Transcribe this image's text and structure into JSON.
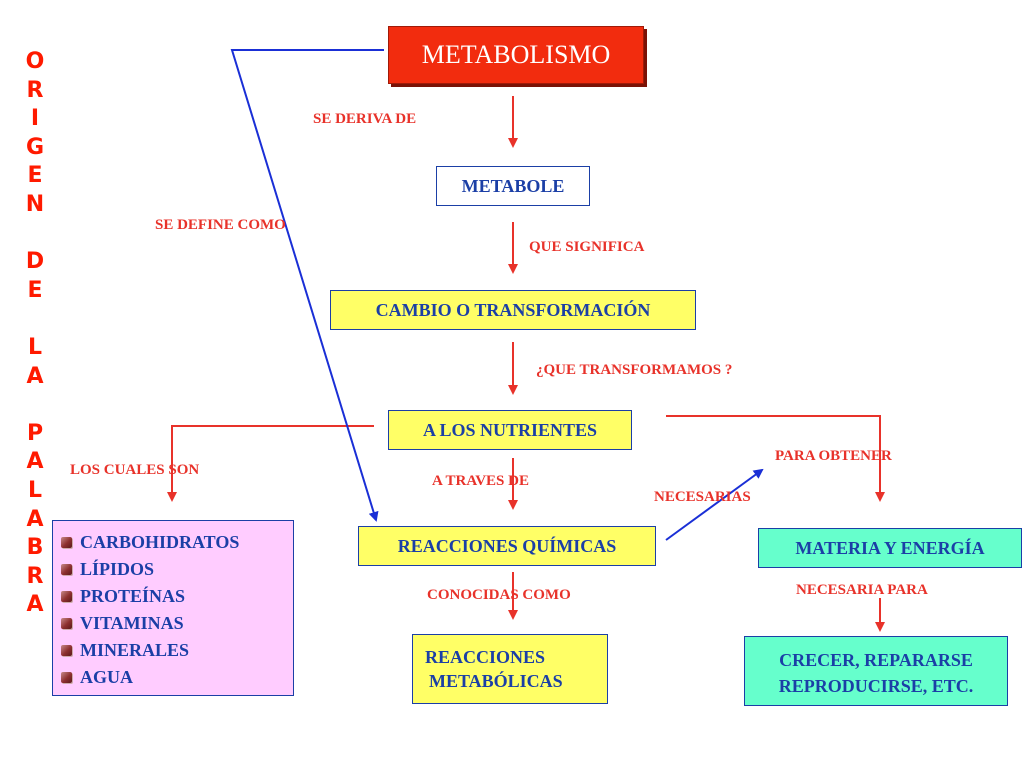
{
  "vertical_title": [
    "O",
    "R",
    "I",
    "G",
    "E",
    "N",
    "",
    "D",
    "E",
    "",
    "L",
    "A",
    "",
    "P",
    "A",
    "L",
    "A",
    "B",
    "R",
    "A"
  ],
  "boxes": {
    "metabolismo": "METABOLISMO",
    "metabole": "METABOLE",
    "cambio": "CAMBIO O TRANSFORMACIÓN",
    "nutrientes": "A LOS NUTRIENTES",
    "reacciones_quimicas": "REACCIONES QUÍMICAS",
    "reacciones_metabolicas_line1": "REACCIONES",
    "reacciones_metabolicas_line2": "METABÓLICAS",
    "materia_energia": "MATERIA Y ENERGÍA",
    "crecer_line1": "CRECER, REPARARSE",
    "crecer_line2": "REPRODUCIRSE, ETC."
  },
  "nutrient_list": [
    "CARBOHIDRATOS",
    "LÍPIDOS",
    "PROTEÍNAS",
    "VITAMINAS",
    "MINERALES",
    "AGUA"
  ],
  "labels": {
    "se_deriva_de": "SE DERIVA DE",
    "se_define_como": "SE DEFINE COMO",
    "que_significa": "QUE SIGNIFICA",
    "que_transformamos": "¿QUE TRANSFORMAMOS ?",
    "los_cuales_son": "LOS CUALES SON",
    "a_traves_de": "A TRAVES DE",
    "para_obtener": "PARA OBTENER",
    "necesarias": "NECESARIAS",
    "conocidas_como": "CONOCIDAS COMO",
    "necesaria_para": "NECESARIA PARA"
  },
  "colors": {
    "title_red": "#ff1a00",
    "label_red": "#e8322a",
    "box_yellow": "#ffff66",
    "box_teal": "#66ffcc",
    "box_pink": "#ffccff",
    "box_red": "#f22c0e",
    "text_blue": "#1b3fa6",
    "arrow_red": "#e8322a",
    "arrow_blue": "#1a2fd6"
  }
}
